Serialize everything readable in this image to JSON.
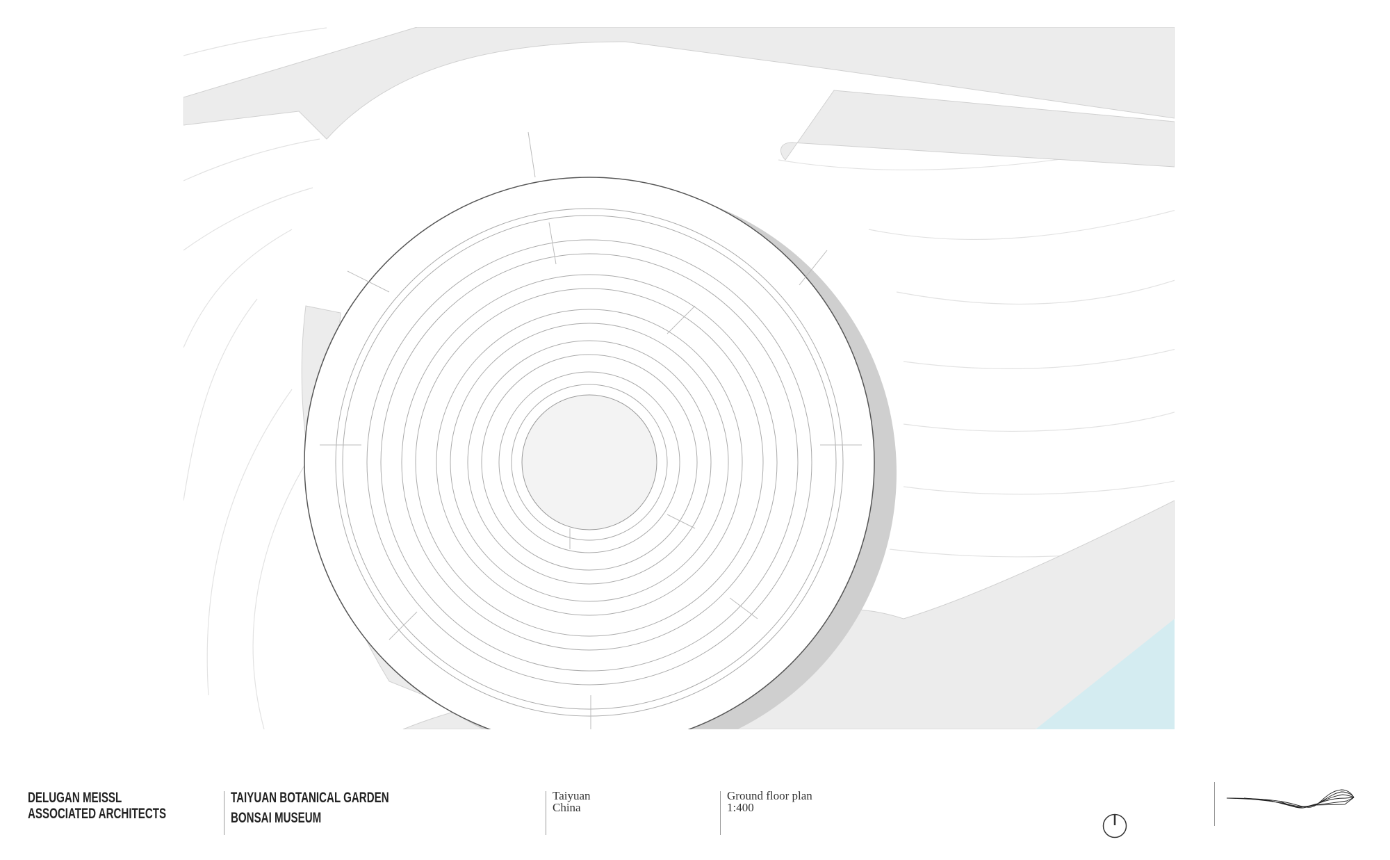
{
  "title_block": {
    "firm_line1": "DELUGAN MEISSL",
    "firm_line2": "ASSOCIATED ARCHITECTS",
    "project_line1": "TAIYUAN BOTANICAL GARDEN",
    "project_line2": "BONSAI MUSEUM",
    "city": "Taiyuan",
    "country": "China",
    "drawing_name": "Ground floor plan",
    "scale": "1:400"
  },
  "icons": {
    "north_arrow": "north-arrow-icon",
    "firm_logo": "wave-logo-icon"
  },
  "colors": {
    "paving": "#ececec",
    "water": "#d4ecf1",
    "shadow": "#cfcfcf",
    "line": "#888888"
  }
}
